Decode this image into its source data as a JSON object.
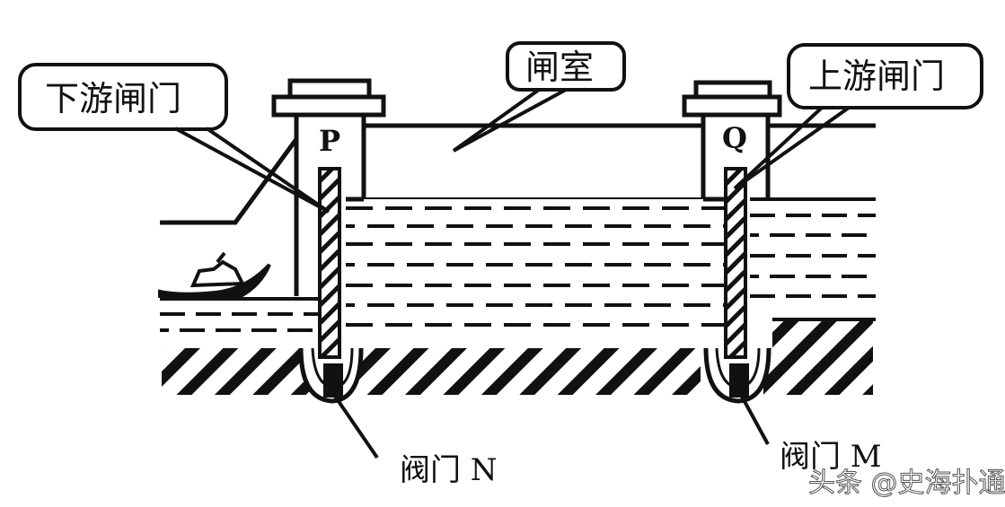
{
  "labels": {
    "downstream_gate": "下游闸门",
    "lock_chamber": "闸室",
    "upstream_gate": "上游闸门",
    "gate_p": "P",
    "gate_q": "Q",
    "valve_n": "阀门 N",
    "valve_m": "阀门 M"
  },
  "watermark": "头条 @史海扑通"
}
